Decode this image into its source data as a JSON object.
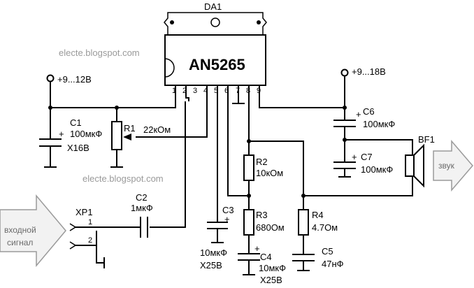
{
  "ic": {
    "ref": "DA1",
    "part": "AN5265",
    "pins": [
      "1",
      "2",
      "3",
      "4",
      "5",
      "6",
      "7",
      "8",
      "9"
    ]
  },
  "watermark": "electe.blogspot.com",
  "power": {
    "v1": "+9...12В",
    "v2": "+9...18В"
  },
  "components": {
    "C1": {
      "ref": "C1",
      "value": "100мкФ",
      "voltage": "X16В",
      "polarity": "+"
    },
    "R1": {
      "ref": "R1",
      "value": "22кОм"
    },
    "C2": {
      "ref": "C2",
      "value": "1мкФ"
    },
    "C3": {
      "ref": "C3",
      "value": "10мкФ",
      "voltage": "X25В",
      "polarity": "+"
    },
    "R2": {
      "ref": "R2",
      "value": "10кОм"
    },
    "R3": {
      "ref": "R3",
      "value": "680Ом"
    },
    "C4": {
      "ref": "C4",
      "value": "10мкФ",
      "voltage": "X25В",
      "polarity": "+"
    },
    "R4": {
      "ref": "R4",
      "value": "4.7Ом"
    },
    "C5": {
      "ref": "C5",
      "value": "47нФ"
    },
    "C6": {
      "ref": "C6",
      "value": "100мкФ",
      "polarity": "+"
    },
    "C7": {
      "ref": "C7",
      "value": "100мкФ",
      "polarity": "+"
    },
    "BF1": {
      "ref": "BF1"
    },
    "XP1": {
      "ref": "XP1",
      "pins": [
        "1",
        "2"
      ]
    }
  },
  "arrows": {
    "input_line1": "входной",
    "input_line2": "сигнал",
    "output": "звук"
  }
}
